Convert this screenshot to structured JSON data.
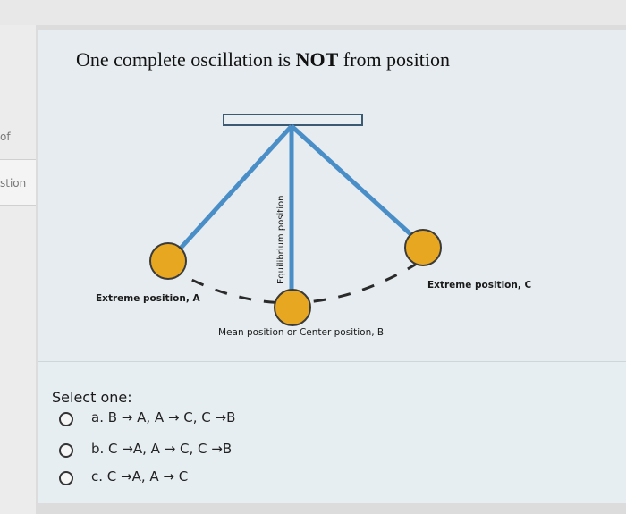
{
  "nav": {
    "label1": "of",
    "label2": "stion"
  },
  "question": {
    "title_part1": "One complete oscillation is ",
    "title_bold": "NOT",
    "title_part2": " from position"
  },
  "diagram": {
    "vertical_label": "Equilibrium position",
    "label_a": "Extreme position, A",
    "label_b": "Mean position or Center position, B",
    "label_c": "Extreme position, C",
    "colors": {
      "string": "#4a8ec8",
      "bob": "#e8a720",
      "bob_edge": "#3b3b3b",
      "support": "#e9eef2"
    }
  },
  "answers": {
    "prompt": "Select one:",
    "options": [
      {
        "label": "a. B → A, A → C, C →B"
      },
      {
        "label": "b. C →A, A → C, C →B"
      },
      {
        "label": "c. C →A, A → C"
      }
    ]
  }
}
